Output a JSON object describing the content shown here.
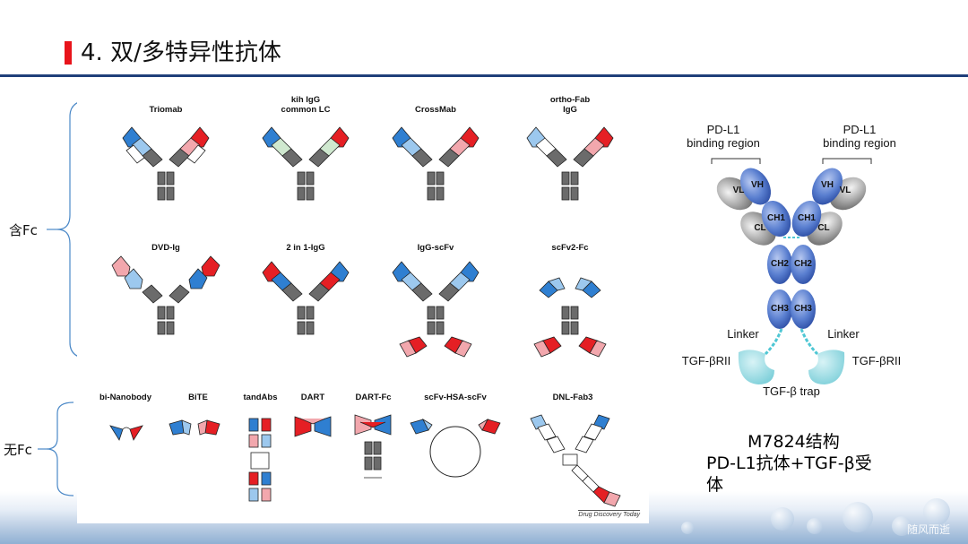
{
  "title": "4. 双/多特异性抗体",
  "groups": {
    "with_fc": "含Fc",
    "without_fc": "无Fc"
  },
  "figure": {
    "row1": [
      "Triomab",
      "kih IgG\ncommon LC",
      "CrossMab",
      "ortho-Fab\nIgG"
    ],
    "row2": [
      "DVD-Ig",
      "2 in 1-IgG",
      "IgG-scFv",
      "scFv2-Fc"
    ],
    "row3": [
      "bi-Nanobody",
      "BiTE",
      "tandAbs",
      "DART",
      "DART-Fc",
      "scFv-HSA-scFv",
      "DNL-Fab3"
    ],
    "credit": "Drug Discovery Today"
  },
  "m7824": {
    "region_label": "PD-L1\nbinding region",
    "domains": {
      "vh": "VH",
      "vl": "VL",
      "ch1": "CH1",
      "cl": "CL",
      "ch2": "CH2",
      "ch3": "CH3"
    },
    "linker": "Linker",
    "receptor": "TGF-βRII",
    "trap": "TGF-β trap"
  },
  "caption": {
    "line1": "M7824结构",
    "line2": "PD-L1抗体+TGF-β受",
    "line3": "体"
  },
  "watermark": "随风而逝",
  "colors": {
    "accent": "#e8141b",
    "rule": "#1f3f7a",
    "blue": "#2f7fd1",
    "red": "#e51f24",
    "pink": "#f2a7ad",
    "lightblue": "#9cc8ee",
    "grey": "#6b6b6b"
  }
}
